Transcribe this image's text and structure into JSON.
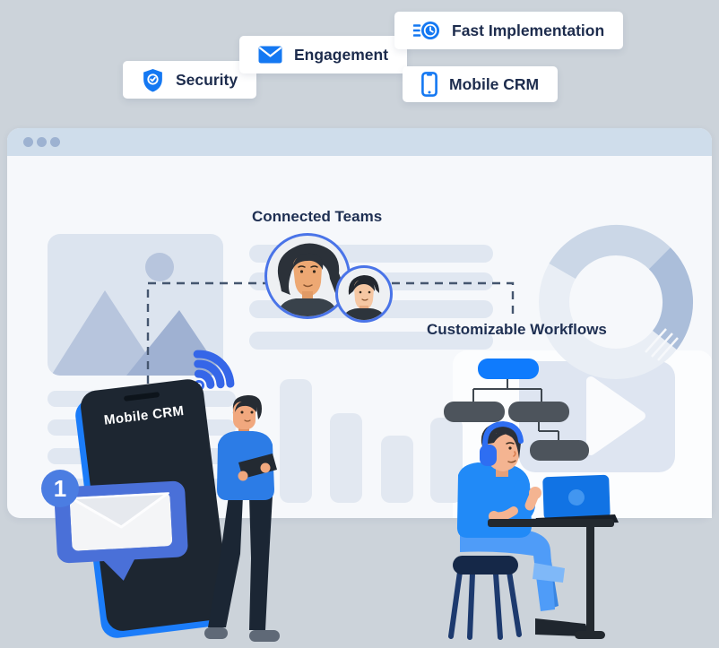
{
  "page": {
    "background_color": "#ccd3da"
  },
  "feature_chips": [
    {
      "label": "Security",
      "icon": "shield-check-icon"
    },
    {
      "label": "Engagement",
      "icon": "envelope-icon"
    },
    {
      "label": "Fast Implementation",
      "icon": "speed-clock-icon"
    },
    {
      "label": "Mobile CRM",
      "icon": "smartphone-icon"
    }
  ],
  "browser_window": {
    "window_dot_count": 3,
    "connected_teams_title": "Connected Teams",
    "customizable_workflows_title": "Customizable Workflows"
  },
  "phone": {
    "screen_label": "Mobile CRM"
  },
  "notification": {
    "badge_count": "1"
  },
  "colors": {
    "accent_blue": "#0f7bfd",
    "icon_blue": "#1478f2",
    "notification_blue": "#4a70d8",
    "badge_blue": "#4b7de2",
    "phone_dark": "#1d2631",
    "flow_node_gray": "#4d545c",
    "title_navy": "#1e2f52",
    "window_bar": "#cfddeb",
    "dashed_line": "#45566f"
  }
}
